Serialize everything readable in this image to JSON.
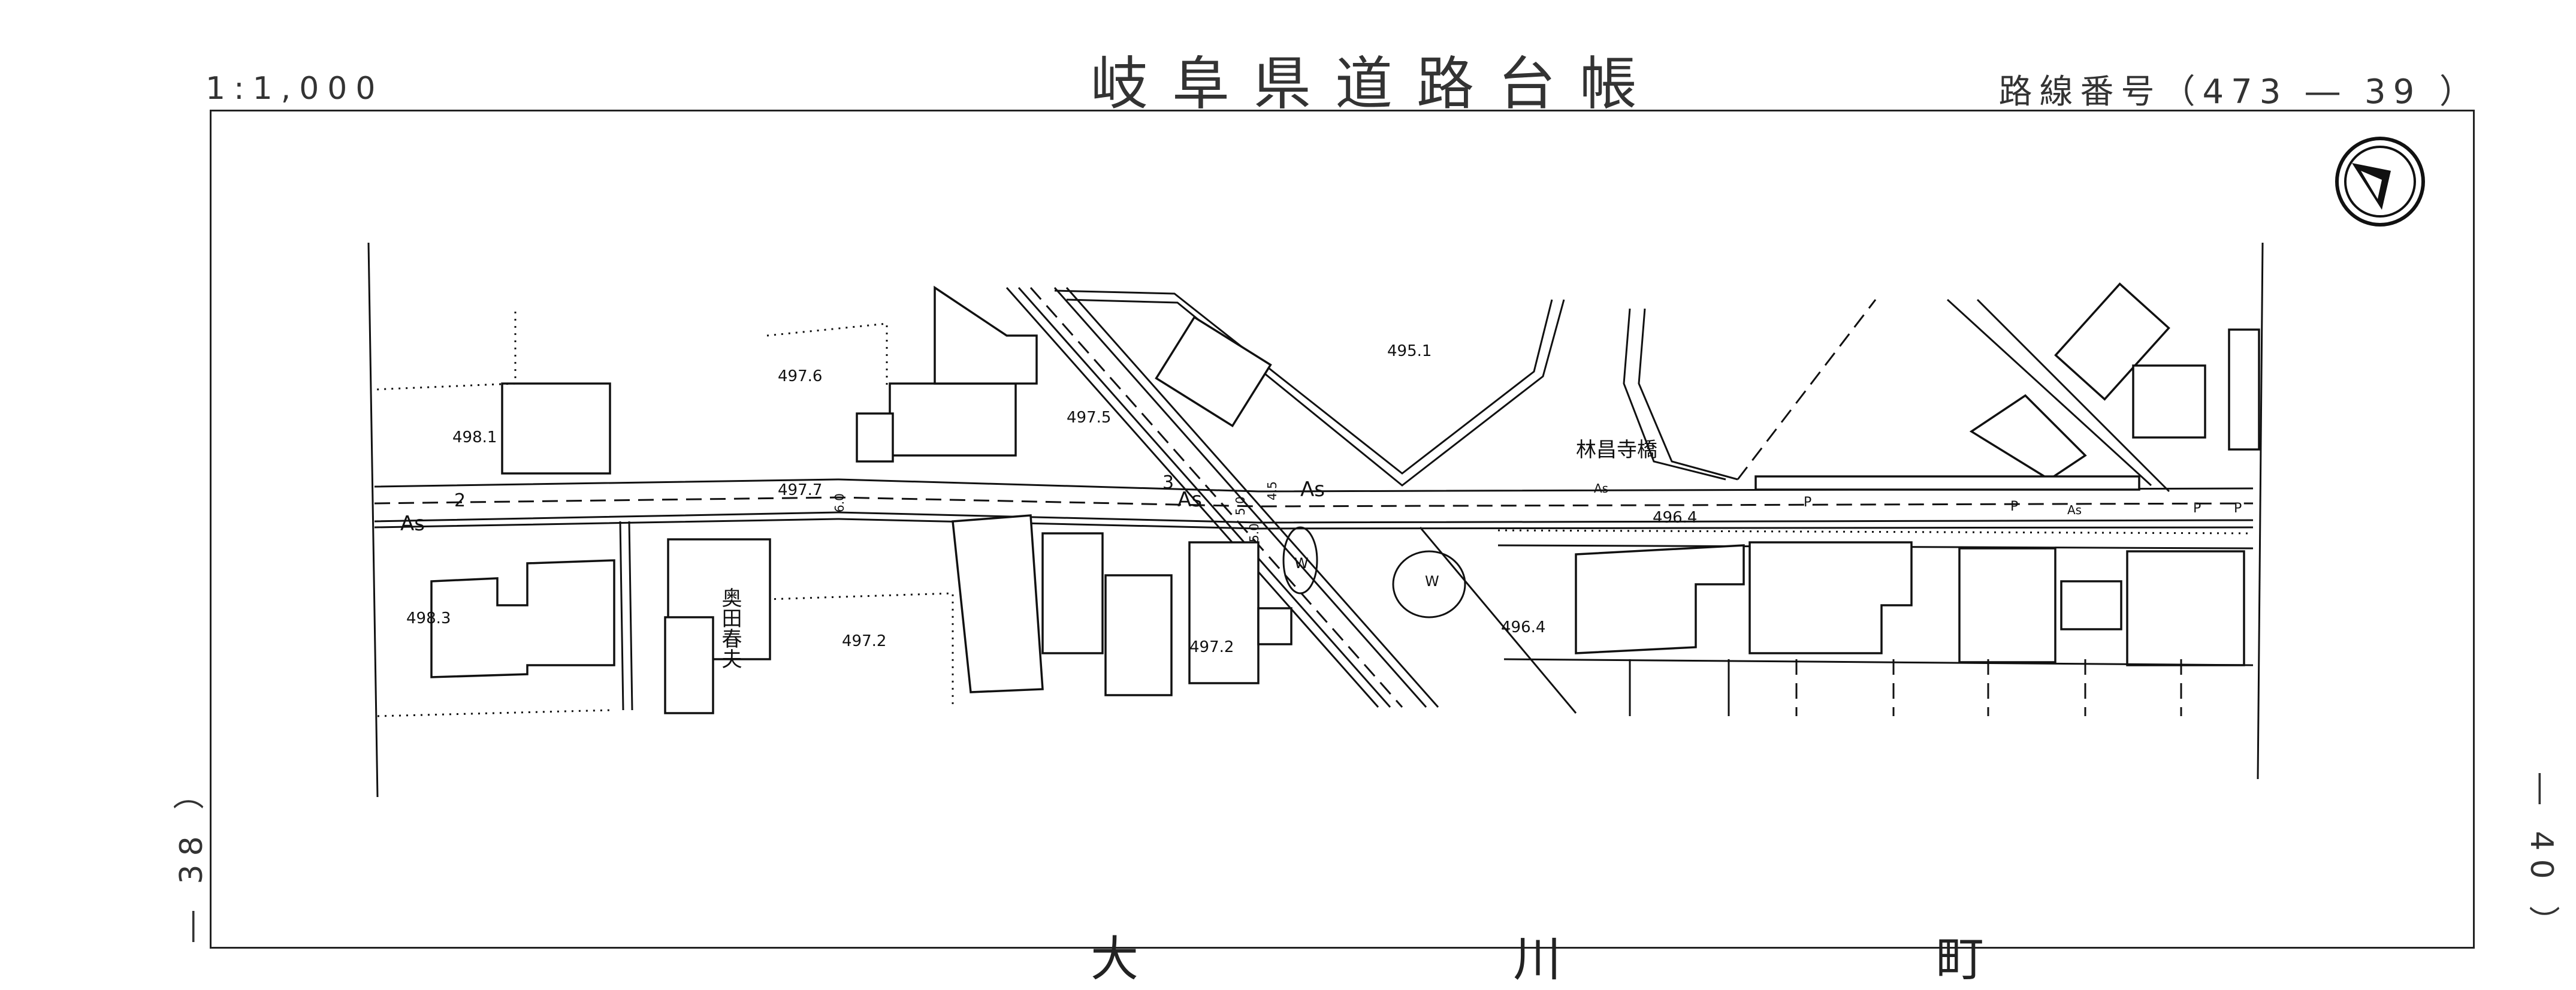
{
  "header": {
    "scale": "1:1,000",
    "title": "岐阜県道路台帳",
    "route_number": "路線番号（473 ― 39 ）"
  },
  "sides": {
    "left": "― 38 ）",
    "right": "― 40 ）"
  },
  "footer": {
    "town_name": "大 川 町"
  },
  "map": {
    "bridge_name": "林昌寺橋",
    "owner_name": "奥田春夫",
    "road_surface": [
      "As",
      "As",
      "As",
      "As",
      "As"
    ],
    "parking": [
      "P",
      "P",
      "P",
      "P"
    ],
    "elevations": [
      "497.6",
      "498.1",
      "497.5",
      "495.1",
      "497.7",
      "496.4",
      "498.3",
      "497.2",
      "497.2",
      "496.4"
    ],
    "point_numbers": [
      "2",
      "3"
    ],
    "widths": [
      "6.0",
      "5.0",
      "4.5",
      "5.0"
    ],
    "water_marks": [
      "W",
      "W"
    ],
    "compass": "north-arrow-icon"
  }
}
